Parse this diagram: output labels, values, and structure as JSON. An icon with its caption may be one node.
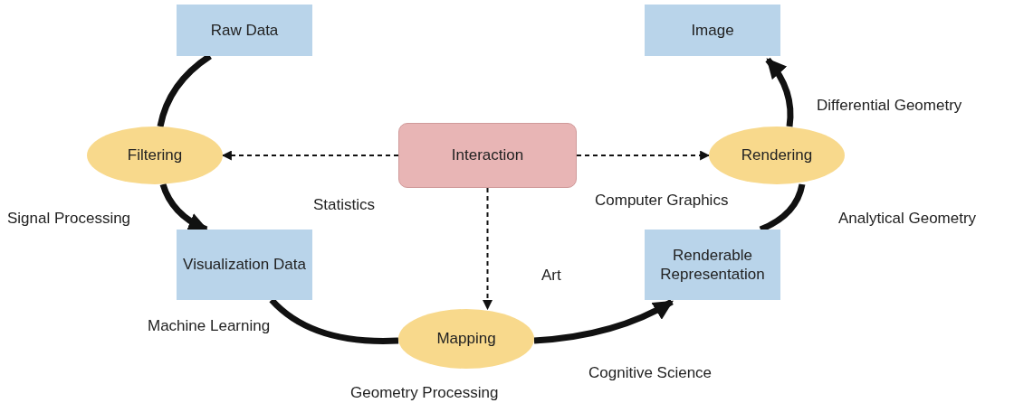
{
  "diagram": {
    "nodes": [
      {
        "text": [
          "Raw Data"
        ]
      },
      {
        "text": [
          "Image"
        ]
      },
      {
        "text": [
          "Filtering"
        ]
      },
      {
        "text": [
          "Interaction"
        ]
      },
      {
        "text": [
          "Rendering"
        ]
      },
      {
        "text": [
          "Visualization Data"
        ]
      },
      {
        "text": [
          "Renderable Representation"
        ]
      },
      {
        "text": [
          "Mapping"
        ]
      }
    ],
    "edges": [
      {
        "from": 0,
        "to": 2,
        "arrow": "none"
      },
      {
        "from": 2,
        "to": 5,
        "arrow": "to"
      },
      {
        "from": 5,
        "to": 7,
        "arrow": "none"
      },
      {
        "from": 7,
        "to": 6,
        "arrow": "to"
      },
      {
        "from": 6,
        "to": 4,
        "arrow": "none"
      },
      {
        "from": 4,
        "to": 1,
        "arrow": "to"
      },
      {
        "from": 3,
        "to": 2,
        "arrow": "to",
        "style": "dashed"
      },
      {
        "from": 3,
        "to": 4,
        "arrow": "to",
        "style": "dashed"
      },
      {
        "from": 3,
        "to": 7,
        "arrow": "to",
        "style": "dashed"
      }
    ],
    "labels": [
      "Differential Geometry",
      "Computer Graphics",
      "Statistics",
      "Signal Processing",
      "Analytical Geometry",
      "Art",
      "Machine Learning",
      "Cognitive Science",
      "Geometry Processing"
    ]
  }
}
